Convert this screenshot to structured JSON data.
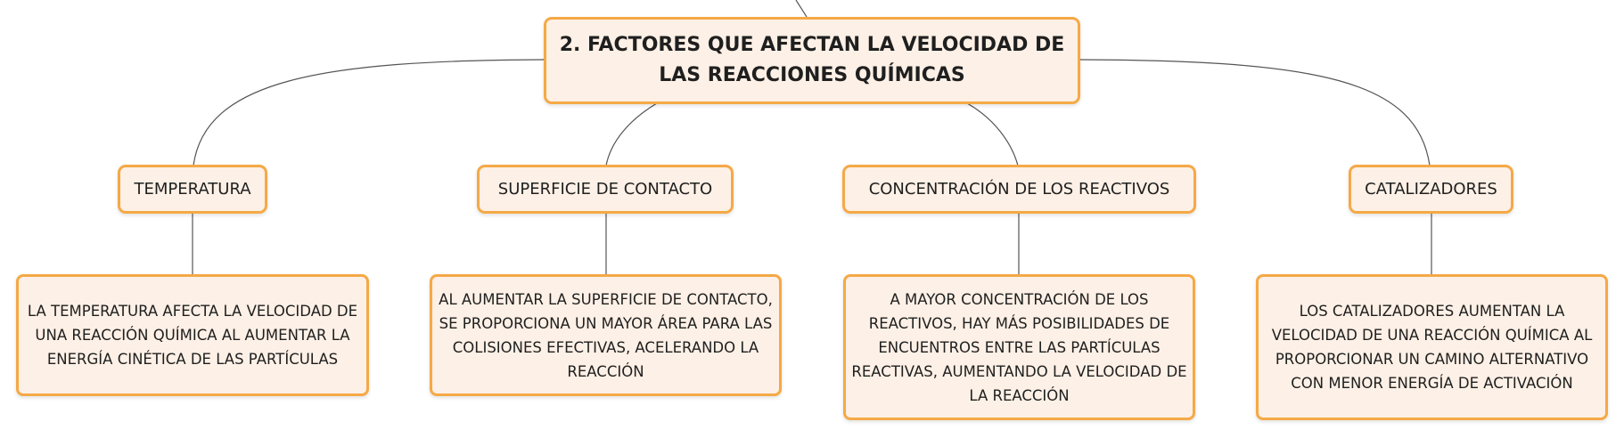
{
  "diagram": {
    "root": {
      "title": "2. FACTORES QUE AFECTAN LA VELOCIDAD DE LAS REACCIONES QUÍMICAS"
    },
    "branches": [
      {
        "label": "TEMPERATURA",
        "detail": "LA TEMPERATURA AFECTA LA VELOCIDAD DE UNA REACCIÓN QUÍMICA AL AUMENTAR LA ENERGÍA CINÉTICA DE LAS PARTÍCULAS"
      },
      {
        "label": "SUPERFICIE DE CONTACTO",
        "detail": "AL AUMENTAR LA SUPERFICIE DE CONTACTO, SE PROPORCIONA UN MAYOR ÁREA PARA LAS COLISIONES EFECTIVAS, ACELERANDO LA REACCIÓN"
      },
      {
        "label": "CONCENTRACIÓN DE LOS REACTIVOS",
        "detail": "A MAYOR CONCENTRACIÓN DE LOS REACTIVOS, HAY MÁS POSIBILIDADES DE ENCUENTROS ENTRE LAS PARTÍCULAS REACTIVAS, AUMENTANDO LA VELOCIDAD DE LA REACCIÓN"
      },
      {
        "label": "CATALIZADORES",
        "detail": "LOS CATALIZADORES AUMENTAN LA VELOCIDAD DE UNA REACCIÓN QUÍMICA AL PROPORCIONAR UN CAMINO ALTERNATIVO CON MENOR ENERGÍA DE ACTIVACIÓN"
      }
    ]
  }
}
